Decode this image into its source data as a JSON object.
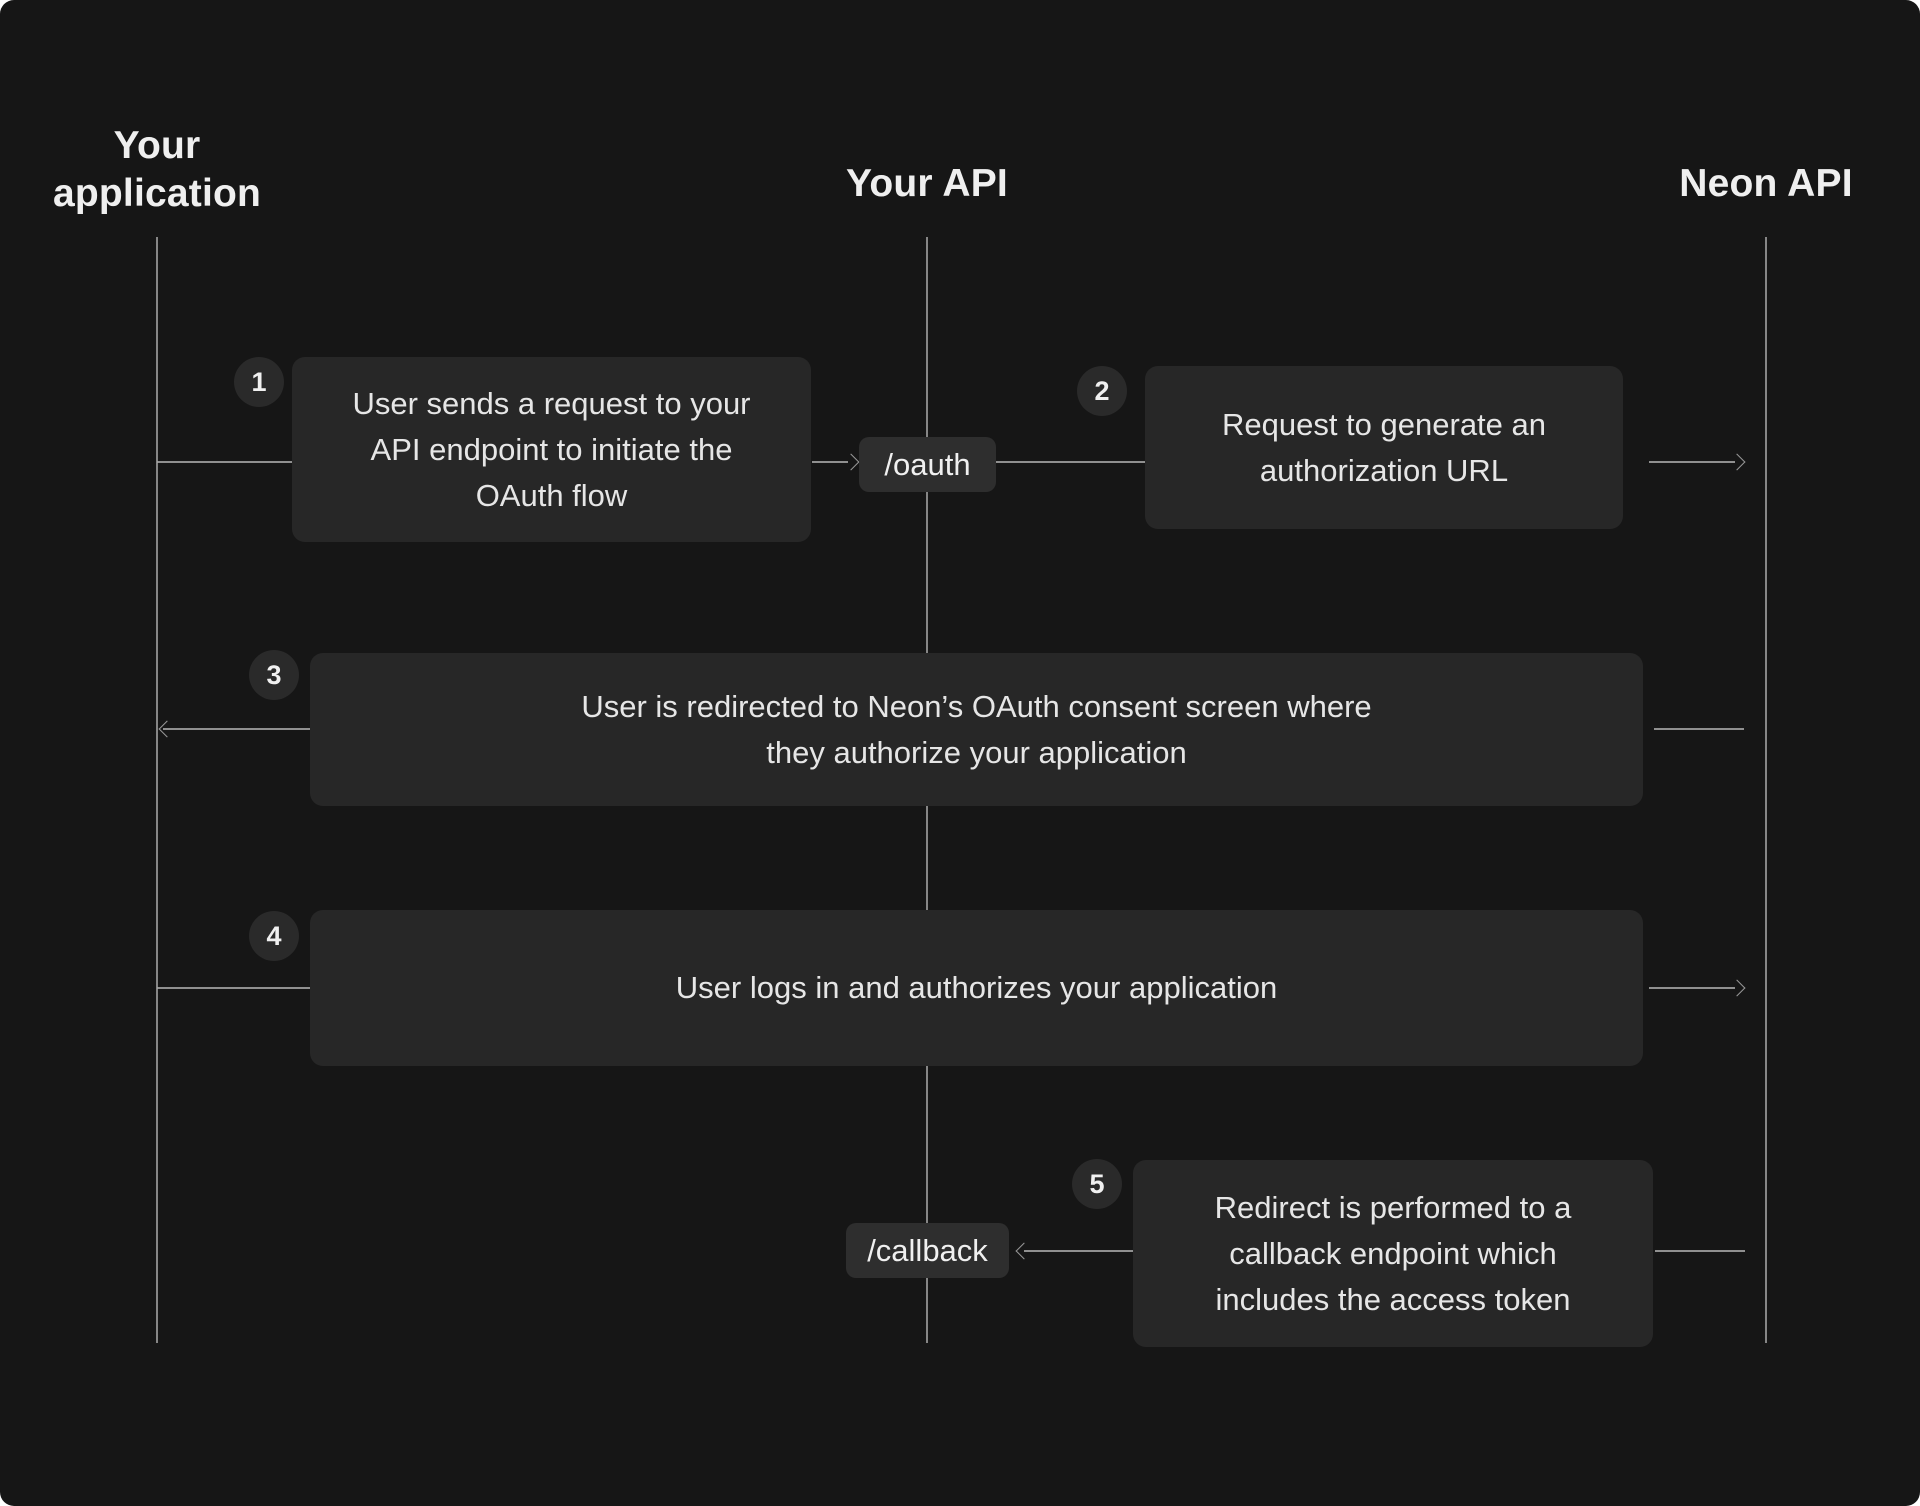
{
  "lanes": [
    {
      "label": "Your application"
    },
    {
      "label": "Your API"
    },
    {
      "label": "Neon API"
    }
  ],
  "steps": [
    {
      "number": "1",
      "lines": [
        "User sends a request to your",
        "API endpoint to initiate the",
        "OAuth flow"
      ]
    },
    {
      "number": "2",
      "lines": [
        "Request to generate an",
        "authorization URL"
      ]
    },
    {
      "number": "3",
      "lines": [
        "User is redirected to Neon’s OAuth consent screen where",
        "they authorize your application"
      ]
    },
    {
      "number": "4",
      "lines": [
        "User logs in and authorizes your application"
      ]
    },
    {
      "number": "5",
      "lines": [
        "Redirect is performed to a",
        "callback endpoint which",
        "includes the access token"
      ]
    }
  ],
  "endpoints": {
    "oauth": "/oauth",
    "callback": "/callback"
  },
  "colors": {
    "background": "#161616",
    "box": "#272727",
    "pill": "#2e2e2e",
    "badge": "#2a2a2a",
    "line": "#a6a6a6",
    "text": "#e6e6e6",
    "heading": "#efefef"
  }
}
